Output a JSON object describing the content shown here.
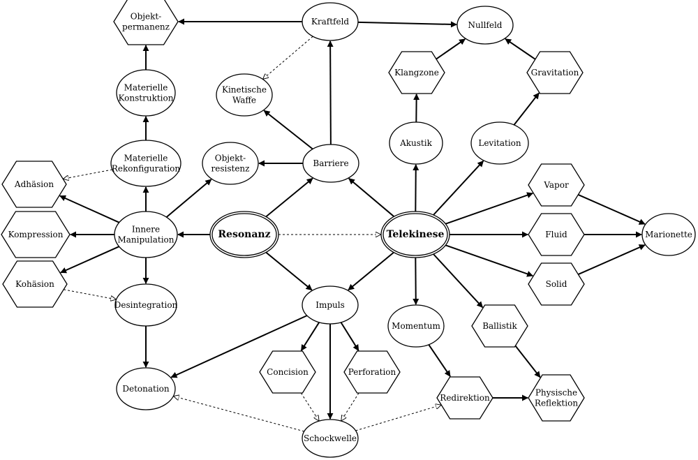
{
  "nodes": [
    {
      "id": "resonanz",
      "label": "Resonanz",
      "shape": "root"
    },
    {
      "id": "telekinese",
      "label": "Telekinese",
      "shape": "root"
    },
    {
      "id": "kraftfeld",
      "label": "Kraftfeld",
      "shape": "ellipse"
    },
    {
      "id": "nullfeld",
      "label": "Nullfeld",
      "shape": "ellipse"
    },
    {
      "id": "objektpermanenz",
      "label": "Objekt-\npermanenz",
      "shape": "hexagon"
    },
    {
      "id": "klangzone",
      "label": "Klangzone",
      "shape": "hexagon"
    },
    {
      "id": "gravitation",
      "label": "Gravitation",
      "shape": "hexagon"
    },
    {
      "id": "materielle-konstruktion",
      "label": "Materielle\nKonstruktion",
      "shape": "ellipse"
    },
    {
      "id": "kinetische-waffe",
      "label": "Kinetische\nWaffe",
      "shape": "ellipse"
    },
    {
      "id": "akustik",
      "label": "Akustik",
      "shape": "ellipse"
    },
    {
      "id": "levitation",
      "label": "Levitation",
      "shape": "ellipse"
    },
    {
      "id": "materielle-rekonfiguration",
      "label": "Materielle\nRekonfiguration",
      "shape": "ellipse"
    },
    {
      "id": "objektresistenz",
      "label": "Objekt-\nresistenz",
      "shape": "ellipse"
    },
    {
      "id": "barriere",
      "label": "Barriere",
      "shape": "ellipse"
    },
    {
      "id": "adhaesion",
      "label": "Adhäsion",
      "shape": "hexagon"
    },
    {
      "id": "vapor",
      "label": "Vapor",
      "shape": "hexagon"
    },
    {
      "id": "kompression",
      "label": "Kompression",
      "shape": "hexagon"
    },
    {
      "id": "innere-manipulation",
      "label": "Innere\nManipulation",
      "shape": "ellipse"
    },
    {
      "id": "fluid",
      "label": "Fluid",
      "shape": "hexagon"
    },
    {
      "id": "marionette",
      "label": "Marionette",
      "shape": "ellipse"
    },
    {
      "id": "kohaesion",
      "label": "Kohäsion",
      "shape": "hexagon"
    },
    {
      "id": "solid",
      "label": "Solid",
      "shape": "hexagon"
    },
    {
      "id": "desintegration",
      "label": "Desintegration",
      "shape": "ellipse"
    },
    {
      "id": "impuls",
      "label": "Impuls",
      "shape": "ellipse"
    },
    {
      "id": "momentum",
      "label": "Momentum",
      "shape": "ellipse"
    },
    {
      "id": "ballistik",
      "label": "Ballistik",
      "shape": "hexagon"
    },
    {
      "id": "concision",
      "label": "Concision",
      "shape": "hexagon"
    },
    {
      "id": "perforation",
      "label": "Perforation",
      "shape": "hexagon"
    },
    {
      "id": "detonation",
      "label": "Detonation",
      "shape": "ellipse"
    },
    {
      "id": "redirektion",
      "label": "Redirektion",
      "shape": "hexagon"
    },
    {
      "id": "physische-reflektion",
      "label": "Physische\nReflektion",
      "shape": "hexagon"
    },
    {
      "id": "schockwelle",
      "label": "Schockwelle",
      "shape": "ellipse"
    }
  ],
  "edges": [
    {
      "from": "resonanz",
      "to": "barriere",
      "style": "solid"
    },
    {
      "from": "resonanz",
      "to": "innere-manipulation",
      "style": "solid"
    },
    {
      "from": "resonanz",
      "to": "impuls",
      "style": "solid"
    },
    {
      "from": "resonanz",
      "to": "telekinese",
      "style": "dashed"
    },
    {
      "from": "telekinese",
      "to": "barriere",
      "style": "solid"
    },
    {
      "from": "telekinese",
      "to": "impuls",
      "style": "solid"
    },
    {
      "from": "telekinese",
      "to": "akustik",
      "style": "solid"
    },
    {
      "from": "telekinese",
      "to": "levitation",
      "style": "solid"
    },
    {
      "from": "telekinese",
      "to": "vapor",
      "style": "solid"
    },
    {
      "from": "telekinese",
      "to": "fluid",
      "style": "solid"
    },
    {
      "from": "telekinese",
      "to": "solid",
      "style": "solid"
    },
    {
      "from": "telekinese",
      "to": "momentum",
      "style": "solid"
    },
    {
      "from": "telekinese",
      "to": "ballistik",
      "style": "solid"
    },
    {
      "from": "kraftfeld",
      "to": "objektpermanenz",
      "style": "solid"
    },
    {
      "from": "kraftfeld",
      "to": "nullfeld",
      "style": "solid"
    },
    {
      "from": "kraftfeld",
      "to": "kinetische-waffe",
      "style": "dashed"
    },
    {
      "from": "barriere",
      "to": "kraftfeld",
      "style": "solid"
    },
    {
      "from": "barriere",
      "to": "kinetische-waffe",
      "style": "solid"
    },
    {
      "from": "barriere",
      "to": "objektresistenz",
      "style": "solid"
    },
    {
      "from": "klangzone",
      "to": "nullfeld",
      "style": "solid"
    },
    {
      "from": "gravitation",
      "to": "nullfeld",
      "style": "solid"
    },
    {
      "from": "akustik",
      "to": "klangzone",
      "style": "solid"
    },
    {
      "from": "levitation",
      "to": "gravitation",
      "style": "solid"
    },
    {
      "from": "materielle-konstruktion",
      "to": "objektpermanenz",
      "style": "solid"
    },
    {
      "from": "materielle-rekonfiguration",
      "to": "materielle-konstruktion",
      "style": "solid"
    },
    {
      "from": "materielle-rekonfiguration",
      "to": "adhaesion",
      "style": "dashed"
    },
    {
      "from": "innere-manipulation",
      "to": "materielle-rekonfiguration",
      "style": "solid"
    },
    {
      "from": "innere-manipulation",
      "to": "objektresistenz",
      "style": "solid"
    },
    {
      "from": "innere-manipulation",
      "to": "adhaesion",
      "style": "solid"
    },
    {
      "from": "innere-manipulation",
      "to": "kompression",
      "style": "solid"
    },
    {
      "from": "innere-manipulation",
      "to": "kohaesion",
      "style": "solid"
    },
    {
      "from": "innere-manipulation",
      "to": "desintegration",
      "style": "solid"
    },
    {
      "from": "kohaesion",
      "to": "desintegration",
      "style": "dashed"
    },
    {
      "from": "desintegration",
      "to": "detonation",
      "style": "solid"
    },
    {
      "from": "vapor",
      "to": "marionette",
      "style": "solid"
    },
    {
      "from": "fluid",
      "to": "marionette",
      "style": "solid"
    },
    {
      "from": "solid",
      "to": "marionette",
      "style": "solid"
    },
    {
      "from": "impuls",
      "to": "detonation",
      "style": "solid"
    },
    {
      "from": "impuls",
      "to": "concision",
      "style": "solid"
    },
    {
      "from": "impuls",
      "to": "perforation",
      "style": "solid"
    },
    {
      "from": "impuls",
      "to": "schockwelle",
      "style": "solid"
    },
    {
      "from": "concision",
      "to": "schockwelle",
      "style": "dashed"
    },
    {
      "from": "perforation",
      "to": "schockwelle",
      "style": "dashed"
    },
    {
      "from": "schockwelle",
      "to": "detonation",
      "style": "dashed"
    },
    {
      "from": "schockwelle",
      "to": "redirektion",
      "style": "dashed"
    },
    {
      "from": "momentum",
      "to": "redirektion",
      "style": "solid"
    },
    {
      "from": "redirektion",
      "to": "physische-reflektion",
      "style": "solid"
    },
    {
      "from": "ballistik",
      "to": "physische-reflektion",
      "style": "solid"
    }
  ]
}
